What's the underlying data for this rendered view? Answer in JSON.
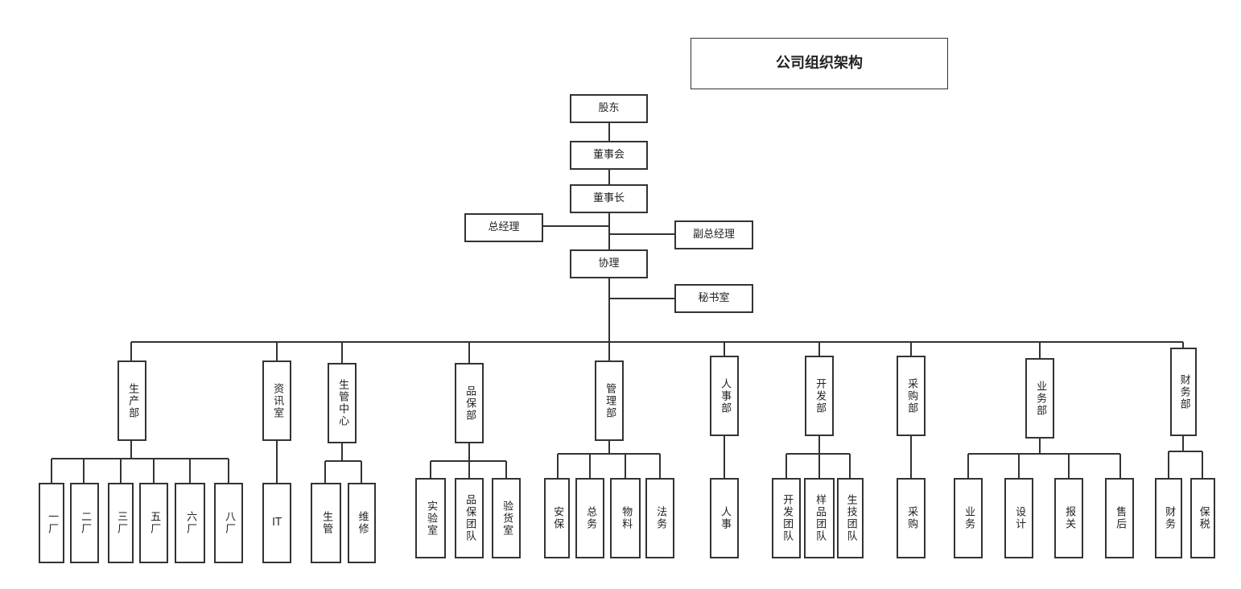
{
  "title": "公司组织架构",
  "top_chain": {
    "shareholders": "股东",
    "board": "董事会",
    "chairman": "董事长",
    "general_manager": "总经理",
    "deputy_general_manager": "副总经理",
    "assistant_manager": "协理",
    "secretariat": "秘书室"
  },
  "departments": {
    "production": "生产部",
    "info": "资讯室",
    "prod_mgmt_center": "生管中心",
    "quality": "品保部",
    "management": "管理部",
    "hr": "人事部",
    "development": "开发部",
    "purchasing": "采购部",
    "business": "业务部",
    "finance": "财务部"
  },
  "units": {
    "production": [
      "一厂",
      "二厂",
      "三厂",
      "五厂",
      "六厂",
      "八厂"
    ],
    "info": [
      "IT"
    ],
    "prod_mgmt_center": [
      "生管",
      "维修"
    ],
    "quality": [
      "实验室",
      "品保团队",
      "验货室"
    ],
    "management": [
      "安保",
      "总务",
      "物料",
      "法务"
    ],
    "hr": [
      "人事"
    ],
    "development": [
      "开发团队",
      "样品团队",
      "生技团队"
    ],
    "purchasing": [
      "采购"
    ],
    "business": [
      "业务",
      "设计",
      "报关",
      "售后"
    ],
    "finance": [
      "财务",
      "保税"
    ]
  }
}
